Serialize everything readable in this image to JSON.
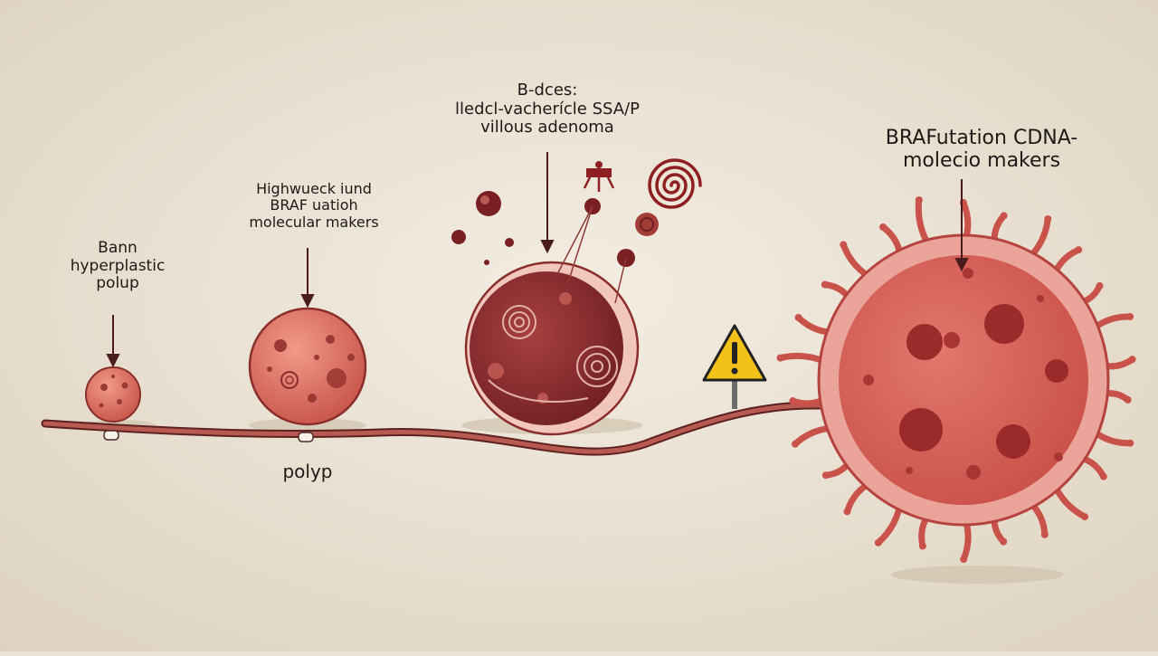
{
  "palette": {
    "background": "#ece4d6",
    "tissue": "#dd6a5f",
    "tissue_dark": "#7a1f22",
    "vessel": "#8e3a34",
    "warning": "#f2c21a",
    "ink": "#1e1a18"
  },
  "stages": [
    {
      "name": "hyperplastic-polyp",
      "lines": [
        "Bann",
        "hyperplastic",
        "polup"
      ]
    },
    {
      "name": "braf-polyp",
      "lines": [
        "Highwueck iund",
        "BRAF uatioh",
        "molecular makers"
      ]
    },
    {
      "name": "ssa-villous-adenoma",
      "lines": [
        "B-dces:",
        "lledcl-vacherícle SSA/P",
        "villous adenoma"
      ]
    },
    {
      "name": "braf-cdna-cancer",
      "lines": [
        "BRAFutation  CDNA-",
        "molecio makers"
      ]
    }
  ],
  "bottom_label": "polyp",
  "icons": [
    "warning-icon",
    "spiral-icon",
    "receptor-icon"
  ]
}
